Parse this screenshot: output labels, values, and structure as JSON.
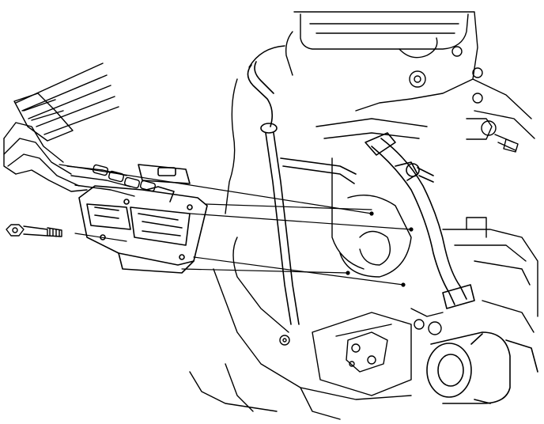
{
  "diagram": {
    "components": [
      "spark-plug-wire-harness",
      "ignition-coil-pack",
      "mounting-bolt",
      "dipstick-tube",
      "coolant-hose",
      "engine-block",
      "lower-bracket",
      "alternator"
    ],
    "line_color": "#000000",
    "background_color": "#ffffff"
  }
}
